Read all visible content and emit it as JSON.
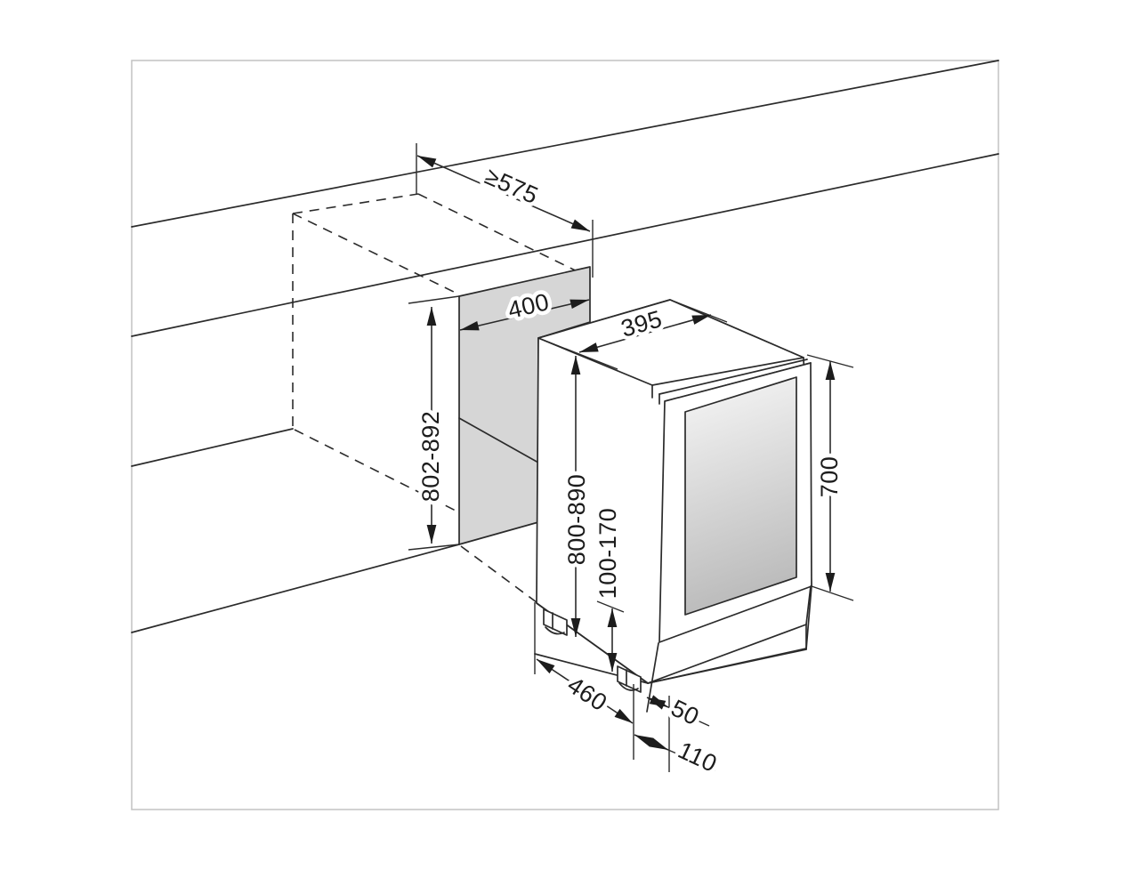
{
  "figure": {
    "type": "technical-installation-diagram",
    "subject": "built-under cabinet niche with under-counter appliance (glass-door wine cabinet)",
    "units": "mm",
    "background_color": "#ffffff",
    "line_color": "#2b2b2b",
    "niche_shade_color": "#d6d6d6",
    "glass_gradient_top": "#f2f2f2",
    "glass_gradient_bottom": "#b4b4b4",
    "border_color": "#c2c2c2"
  },
  "dimensions": {
    "counter_depth": "≥575",
    "niche_width": "400",
    "appliance_width": "395",
    "niche_height": "802-892",
    "appliance_height": "800-890",
    "plinth_height": "100-170",
    "door_height": "700",
    "foot_distance": "460",
    "offset_small": "50",
    "offset_large": "110"
  }
}
